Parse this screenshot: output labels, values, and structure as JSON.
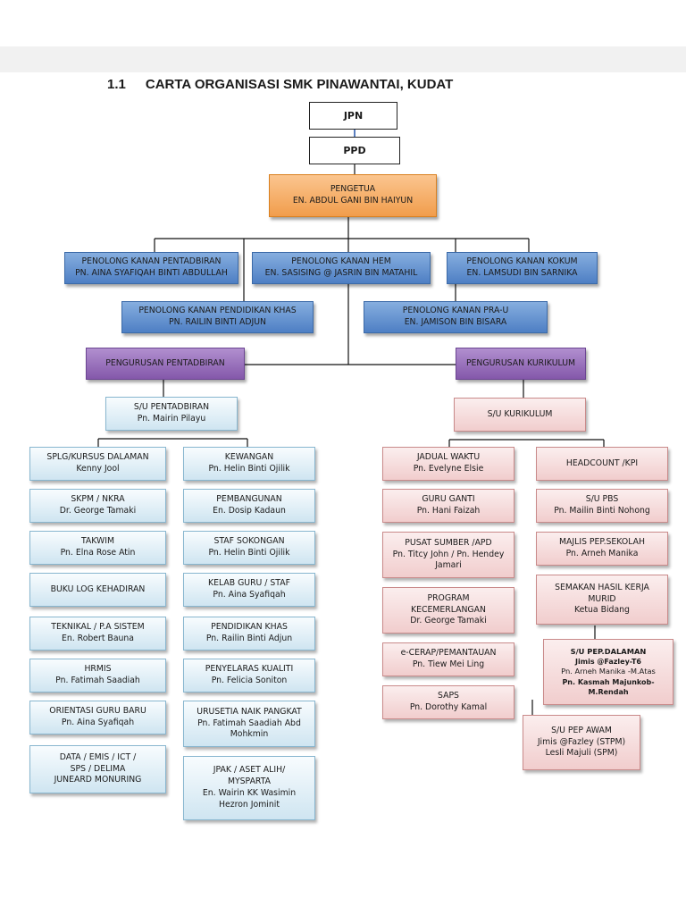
{
  "title": {
    "number": "1.1",
    "text": "CARTA ORGANISASI SMK PINAWANTAI, KUDAT"
  },
  "top": {
    "jpn": "JPN",
    "ppd": "PPD",
    "pengetua": {
      "role": "PENGETUA",
      "name": "EN. ABDUL GANI BIN HAIYUN"
    }
  },
  "penolong": {
    "pentadbiran": {
      "role": "PENOLONG KANAN PENTADBIRAN",
      "name": "PN. AINA SYAFIQAH BINTI ABDULLAH"
    },
    "hem": {
      "role": "PENOLONG KANAN HEM",
      "name": "EN. SASISING @ JASRIN BIN MATAHIL"
    },
    "kokum": {
      "role": "PENOLONG KANAN KOKUM",
      "name": "EN. LAMSUDI BIN SARNIKA"
    },
    "pkhas": {
      "role": "PENOLONG KANAN PENDIDIKAN KHAS",
      "name": "PN. RAILIN BINTI ADJUN"
    },
    "prau": {
      "role": "PENOLONG KANAN PRA-U",
      "name": "EN. JAMISON BIN BISARA"
    }
  },
  "pengurusan": {
    "pentadbiran": "PENGURUSAN PENTADBIRAN",
    "kurikulum": "PENGURUSAN KURIKULUM"
  },
  "su": {
    "pentadbiran": {
      "role": "S/U PENTADBIRAN",
      "name": "Pn. Mairin Pilayu"
    },
    "kurikulum": {
      "role": "S/U KURIKULUM"
    }
  },
  "admin_left": [
    {
      "role": "SPLG/KURSUS DALAMAN",
      "name": "Kenny Jool"
    },
    {
      "role": "SKPM / NKRA",
      "name": "Dr. George Tamaki"
    },
    {
      "role": "TAKWIM",
      "name": "Pn. Elna Rose Atin"
    },
    {
      "role": "BUKU LOG KEHADIRAN",
      "name": ""
    },
    {
      "role": "TEKNIKAL / P.A SISTEM",
      "name": "En. Robert Bauna"
    },
    {
      "role": "HRMIS",
      "name": "Pn. Fatimah Saadiah"
    },
    {
      "role": "ORIENTASI GURU BARU",
      "name": "Pn. Aina Syafiqah"
    },
    {
      "role": "DATA / EMIS / ICT /",
      "role2": "SPS / DELIMA",
      "name": "JUNEARD MONURING"
    }
  ],
  "admin_right": [
    {
      "role": "KEWANGAN",
      "name": "Pn. Helin Binti Ojilik"
    },
    {
      "role": "PEMBANGUNAN",
      "name": "En. Dosip Kadaun"
    },
    {
      "role": "STAF SOKONGAN",
      "name": "Pn. Helin Binti Ojilik"
    },
    {
      "role": "KELAB GURU / STAF",
      "name": "Pn. Aina Syafiqah"
    },
    {
      "role": "PENDIDIKAN KHAS",
      "name": "Pn. Railin Binti Adjun"
    },
    {
      "role": "PENYELARAS KUALITI",
      "name": "Pn. Felicia Soniton"
    },
    {
      "role": "URUSETIA NAIK PANGKAT",
      "name": "Pn. Fatimah Saadiah Abd",
      "name2": "Mohkmin"
    },
    {
      "role": "JPAK / ASET ALIH/",
      "role2": "MYSPARTA",
      "name": "En. Wairin KK Wasimin",
      "name2": "Hezron Jominit"
    }
  ],
  "kurikulum_left": [
    {
      "role": "JADUAL WAKTU",
      "name": "Pn. Evelyne Elsie"
    },
    {
      "role": "GURU GANTI",
      "name": "Pn. Hani Faizah"
    },
    {
      "role": "PUSAT SUMBER /APD",
      "name": "Pn. Titcy John / Pn. Hendey",
      "name2": "Jamari"
    },
    {
      "role": "PROGRAM",
      "role2": "KECEMERLANGAN",
      "name": "Dr. George Tamaki"
    },
    {
      "role": "e-CERAP/PEMANTAUAN",
      "name": "Pn. Tiew Mei Ling"
    },
    {
      "role": "SAPS",
      "name": "Pn. Dorothy Kamal"
    }
  ],
  "kurikulum_right": [
    {
      "role": "HEADCOUNT /KPI",
      "name": ""
    },
    {
      "role": "S/U PBS",
      "name": "Pn. Mailin Binti Nohong"
    },
    {
      "role": "MAJLIS PEP.SEKOLAH",
      "name": "Pn. Arneh Manika"
    },
    {
      "role": "SEMAKAN HASIL KERJA",
      "role2": "MURID",
      "name": "Ketua Bidang"
    }
  ],
  "pep_dalaman": {
    "role": "S/U PEP.DALAMAN",
    "line1": "Jimis @Fazley-T6",
    "line2": "Pn. Arneh Manika -M.Atas",
    "line3": "Pn. Kasmah Majunkob-",
    "line4": "M.Rendah"
  },
  "pep_awam": {
    "role": "S/U PEP AWAM",
    "line1": "Jimis @Fazley (STPM)",
    "line2": "Lesli Majuli (SPM)"
  },
  "colors": {
    "orange": "#f19d4c",
    "blue": "#4e7fc4",
    "purple": "#8458aa",
    "lightblue": "#cfe5f1",
    "pink": "#f1cdcd"
  }
}
